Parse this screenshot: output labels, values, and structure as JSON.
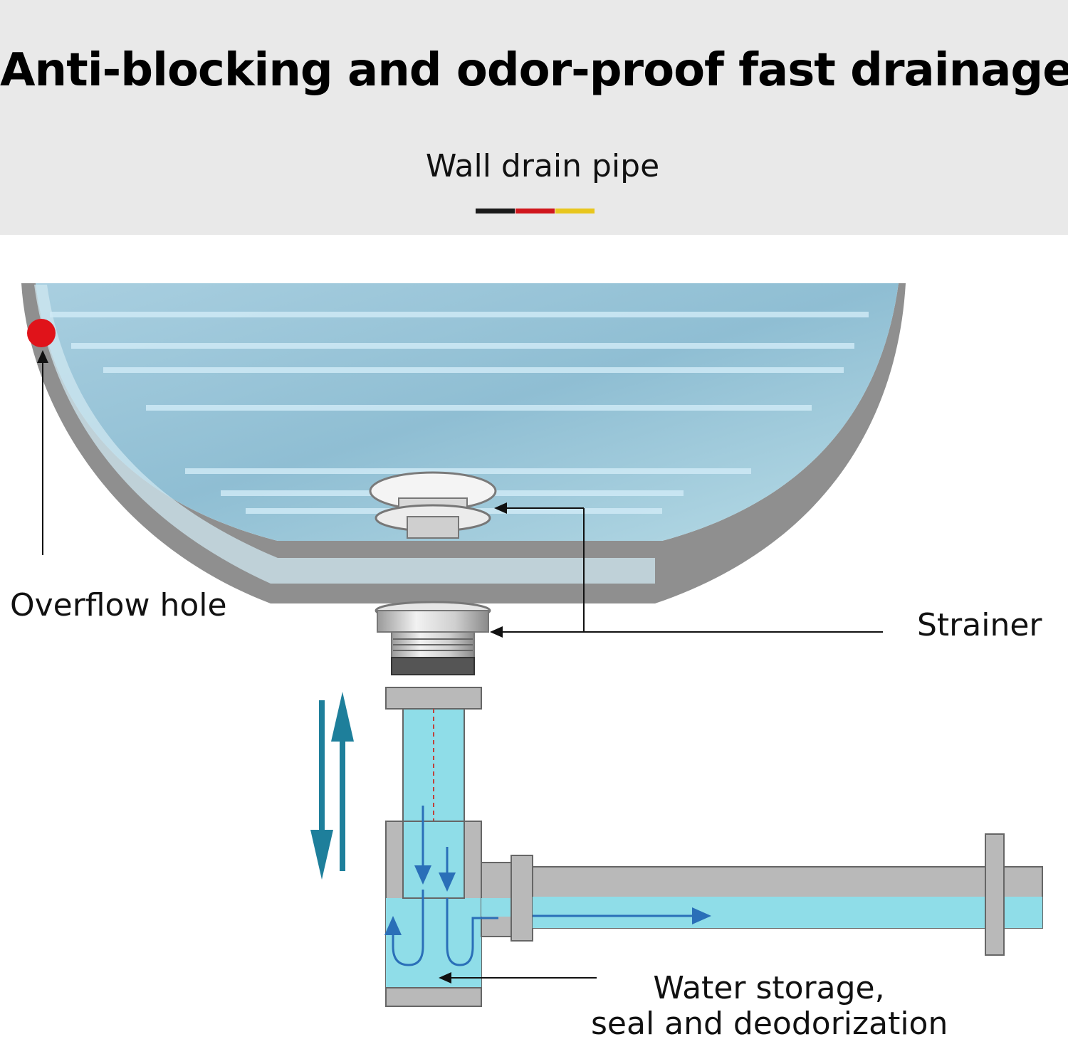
{
  "header": {
    "title": "Anti-blocking and odor-proof fast drainage",
    "subtitle": "Wall drain pipe",
    "bar_colors": [
      "#1a1a1a",
      "#d0161c",
      "#e8c61d"
    ]
  },
  "labels": {
    "overflow_hole": "Overflow hole",
    "strainer": "Strainer",
    "water_storage_line1": "Water storage,",
    "water_storage_line2": "seal and deodorization"
  },
  "colors": {
    "basin_shell": "#8f8f8f",
    "water": "#9fd2e6",
    "pipe_water": "#8fdde8",
    "flow_arrow": "#2a6fb8",
    "direction_arrow": "#1e7f9b",
    "overflow_marker": "#e0131a",
    "pipe_gray": "#b9b9b9"
  }
}
